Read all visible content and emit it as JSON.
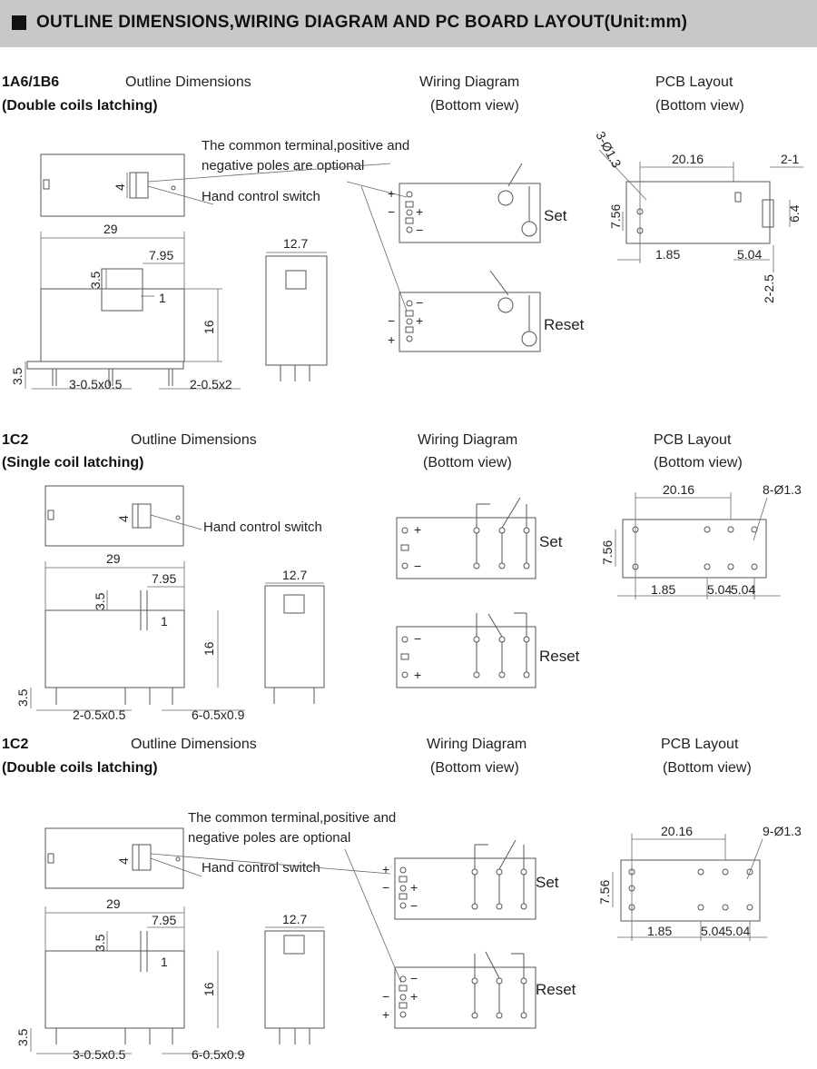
{
  "header": {
    "title": "OUTLINE DIMENSIONS,WIRING DIAGRAM AND PC BOARD LAYOUT(Unit:mm)"
  },
  "sections": [
    {
      "model": "1A6/1B6",
      "subtitle": "(Double coils latching)",
      "outline_label": "Outline Dimensions",
      "wiring_label": "Wiring Diagram",
      "wiring_view": "(Bottom view)",
      "pcb_label": "PCB Layout",
      "pcb_view": "(Bottom view)",
      "note_common": "The common terminal,positive and",
      "note_common2": "negative poles are optional",
      "note_hand": "Hand control switch",
      "dims": {
        "d4": "4",
        "d29": "29",
        "d795": "7.95",
        "d35a": "3.5",
        "d1": "1",
        "d16": "16",
        "d127": "12.7",
        "d35b": "3.5",
        "pins_a": "3-0.5x0.5",
        "pins_b": "2-0.5x2"
      },
      "wiring": {
        "set": "Set",
        "reset": "Reset",
        "plus": "+",
        "minus": "−"
      },
      "pcb": {
        "holes": "3-Ø1.3",
        "w": "20.16",
        "a": "2-1",
        "h": "7.56",
        "b": "6.4",
        "c": "1.85",
        "d": "5.04",
        "e": "2-2.5"
      }
    },
    {
      "model": "1C2",
      "subtitle": "(Single coil latching)",
      "outline_label": "Outline Dimensions",
      "wiring_label": "Wiring Diagram",
      "wiring_view": "(Bottom view)",
      "pcb_label": "PCB Layout",
      "pcb_view": "(Bottom view)",
      "note_hand": "Hand control switch",
      "dims": {
        "d4": "4",
        "d29": "29",
        "d795": "7.95",
        "d35a": "3.5",
        "d1": "1",
        "d16": "16",
        "d127": "12.7",
        "d35b": "3.5",
        "pins_a": "2-0.5x0.5",
        "pins_b": "6-0.5x0.9"
      },
      "wiring": {
        "set": "Set",
        "reset": "Reset",
        "plus": "+",
        "minus": "−"
      },
      "pcb": {
        "holes": "8-Ø1.3",
        "w": "20.16",
        "h": "7.56",
        "c": "1.85",
        "d": "5.04",
        "e": "5.04"
      }
    },
    {
      "model": "1C2",
      "subtitle": "(Double coils latching)",
      "outline_label": "Outline Dimensions",
      "wiring_label": "Wiring Diagram",
      "wiring_view": "(Bottom view)",
      "pcb_label": "PCB Layout",
      "pcb_view": "(Bottom view)",
      "note_common": "The common terminal,positive and",
      "note_common2": "negative poles are optional",
      "note_hand": "Hand control switch",
      "dims": {
        "d4": "4",
        "d29": "29",
        "d795": "7.95",
        "d35a": "3.5",
        "d1": "1",
        "d16": "16",
        "d127": "12.7",
        "d35b": "3.5",
        "pins_a": "3-0.5x0.5",
        "pins_b": "6-0.5x0.9"
      },
      "wiring": {
        "set": "Set",
        "reset": "Reset",
        "plus": "+",
        "minus": "−"
      },
      "pcb": {
        "holes": "9-Ø1.3",
        "w": "20.16",
        "h": "7.56",
        "c": "1.85",
        "d": "5.04",
        "e": "5.04"
      }
    }
  ]
}
